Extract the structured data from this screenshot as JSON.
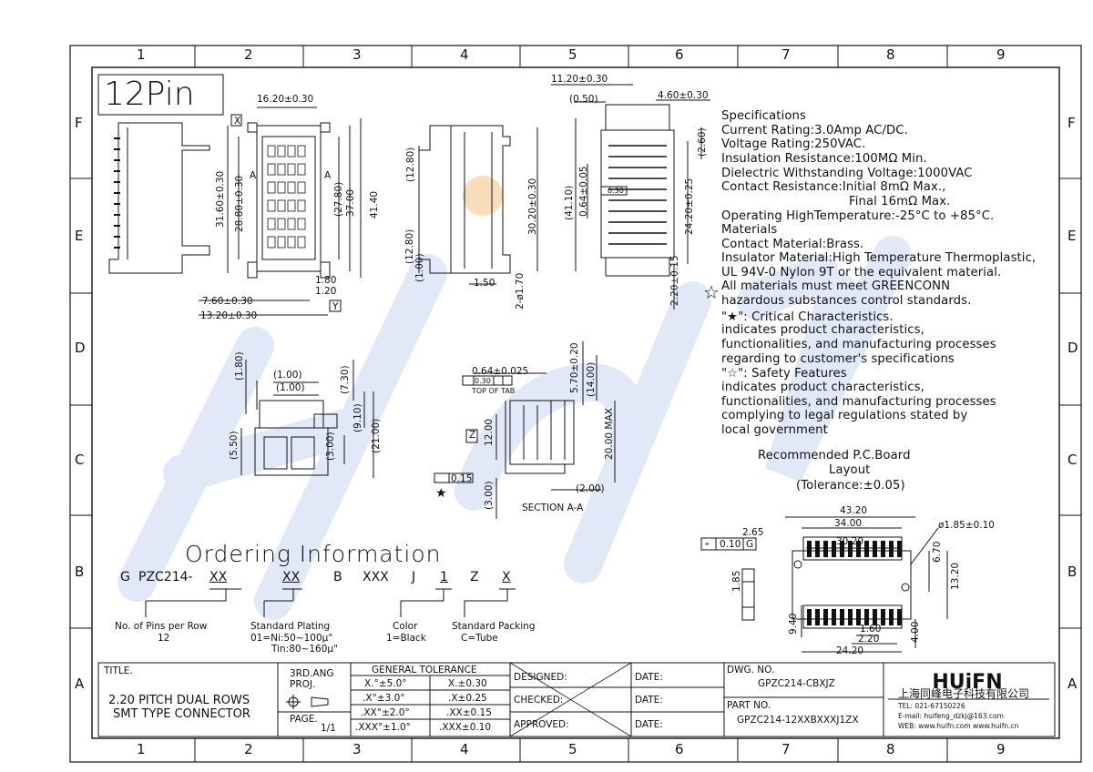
{
  "pin_count": "12Pin",
  "grid": {
    "columns": [
      "1",
      "2",
      "3",
      "4",
      "5",
      "6",
      "7",
      "8",
      "9"
    ],
    "rows": [
      "F",
      "E",
      "D",
      "C",
      "B",
      "A"
    ]
  },
  "specifications": {
    "title": "Specifications",
    "lines": [
      "Current Rating:3.0Amp AC/DC.",
      "Voltage Rating:250VAC.",
      "Insulation Resistance:100MΩ Min.",
      "Dielectric Withstanding Voltage:1000VAC",
      "Contact Resistance:Initial 8mΩ Max.,",
      "Final 16mΩ Max.",
      "Operating  HighTemperature:-25°C to +85°C.",
      "Materials",
      "Contact Material:Brass.",
      "Insulator Material:High Temperature Thermoplastic,",
      "UL 94V-0 Nylon 9T or the equivalent material.",
      "All materials must meet GREENCONN",
      "hazardous substances control standards.",
      "\"★\": Critical Characteristics.",
      "indicates product characteristics,",
      "functionalities, and manufacturing processes",
      "regarding to customer's specifications",
      "\"☆\": Safety Features",
      "indicates product characteristics,",
      "functionalities, and manufacturing processes",
      "complying to legal regulations stated by",
      "local government"
    ]
  },
  "pcb_layout": {
    "title_lines": [
      "Recommended P.C.Board",
      "Layout",
      "(Tolerance:±0.05)"
    ],
    "dims": [
      "43.20",
      "34.00",
      "30.20",
      "2.65",
      "ø1.85±0.10",
      "6.70",
      "13.20",
      "1.85",
      "9.40",
      "1.60",
      "2.20",
      "24.20",
      "4.00"
    ],
    "tol_boxes": [
      "0.10",
      "G"
    ]
  },
  "view_dims": {
    "front": [
      "16.20±0.30",
      "31.60±0.30",
      "28.80±0.30",
      "(27.80)",
      "37.00",
      "41.40",
      "1.80",
      "1.20",
      "7.60±0.30",
      "13.20±0.30"
    ],
    "side": [
      "(12.80)",
      "(12.80)",
      "30.20±0.30",
      "(1.00)",
      "1.50",
      "2-ø1.70"
    ],
    "right": [
      "11.20±0.30",
      "(0.50)",
      "4.60±0.30",
      "(2.60)",
      "24.20±0.25",
      "(41.10)",
      "0.64±0.05",
      "2.20±0.15"
    ],
    "bottom": [
      "(1.80)",
      "(1.00)",
      "(1.00)",
      "(7.30)",
      "(9.10)",
      "(21.00)",
      "(5.50)",
      "(3.00)"
    ],
    "section": [
      "0.64±0.025",
      "0.30",
      "TOP OF TAB",
      "5.70±0.20",
      "(14.00)",
      "20.00 MAX",
      "12.00",
      "0.15",
      "(3.00)",
      "(2.00)",
      "SECTION A-A"
    ],
    "datum_labels": [
      "X",
      "Y",
      "Z",
      "A",
      "A"
    ],
    "fcf": [
      "0.30",
      "Y",
      "X"
    ]
  },
  "ordering": {
    "title": "Ordering Information",
    "code_parts": [
      "G",
      "PZC214-",
      "XX",
      "XX",
      "B",
      "XXX",
      "J",
      "1",
      "Z",
      "X"
    ],
    "notes": [
      {
        "label": "No. of Pins per Row",
        "value": "12"
      },
      {
        "label": "Standard Plating",
        "value": "01=Ni:50~100μ\"",
        "value2": "Tin:80~160μ\""
      },
      {
        "label": "Color",
        "value": "1=Black"
      },
      {
        "label": "Standard Packing",
        "value": "C=Tube"
      }
    ]
  },
  "title_block": {
    "title_label": "TITLE.",
    "title_lines": [
      "2.20 PITCH DUAL ROWS",
      "SMT TYPE CONNECTOR"
    ],
    "projection_label": "3RD.ANG",
    "projection_label2": "PROJ.",
    "page_label": "PAGE.",
    "page_value": "1/1",
    "tolerance_header": "GENERAL TOLERANCE",
    "tolerance_rows": [
      [
        "X.°±5.0°",
        "X.±0.30"
      ],
      [
        ".X°±3.0°",
        ".X±0.25"
      ],
      [
        ".XX°±2.0°",
        ".XX±0.15"
      ],
      [
        ".XXX°±1.0°",
        ".XXX±0.10"
      ]
    ],
    "designed_label": "DESIGNED:",
    "checked_label": "CHECKED:",
    "approved_label": "APPROVED:",
    "date_label": "DATE:",
    "dwg_no_label": "DWG. NO.",
    "dwg_no_value": "GPZC214-CBXJZ",
    "part_no_label": "PART NO.",
    "part_no_value": "GPZC214-12XXBXXXJ1ZX",
    "company_logo": "HUiFN",
    "company_name": "上海同峰电子科技有限公司",
    "company_tel": "TEL: 021-67150226",
    "company_email": "E-mail: huifeng_dzkj@163.com",
    "company_web": "WEB: www.huifn.com  www.huifn.cn"
  },
  "watermark_text": "HUiFN",
  "colors": {
    "line": "#111111",
    "watermark": "#c9d6f2",
    "accent_dot": "#f6d6a6"
  }
}
